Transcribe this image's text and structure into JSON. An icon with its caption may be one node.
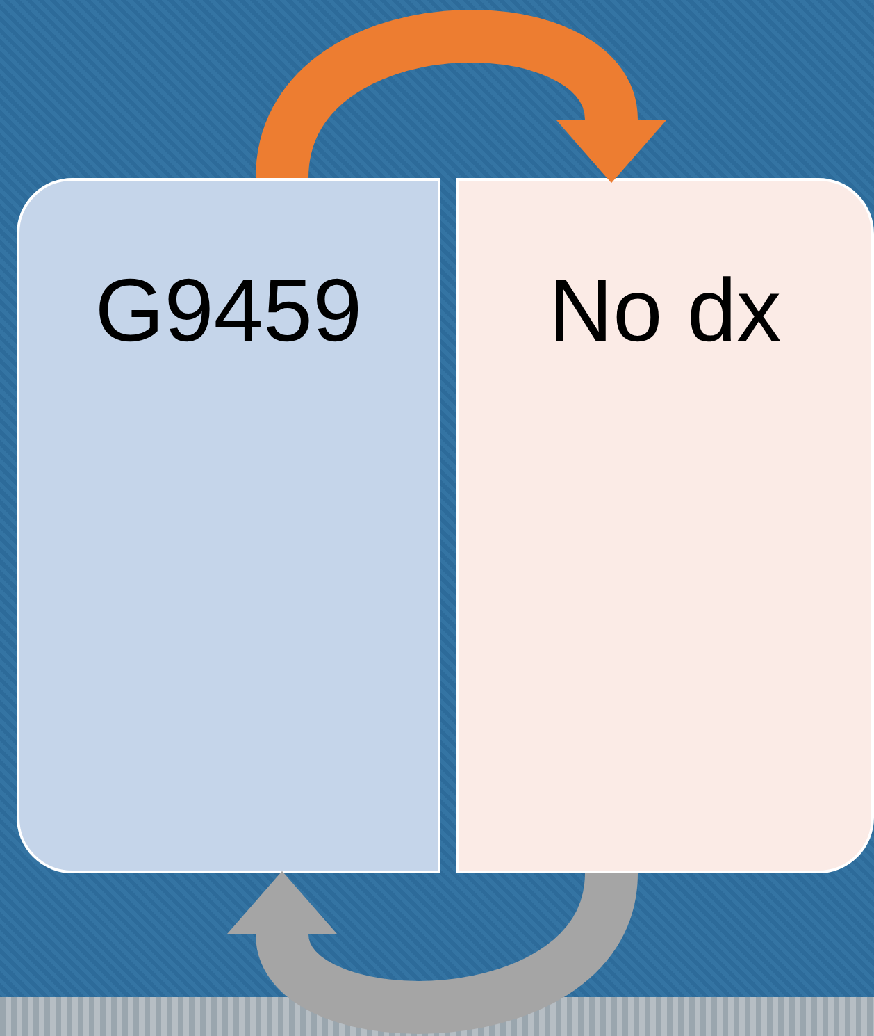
{
  "diagram": {
    "nodes": [
      {
        "text": [
          "G9459"
        ]
      },
      {
        "text": [
          "No dx"
        ]
      }
    ],
    "edges": [
      {
        "from": 0,
        "to": 1,
        "arrow": "to",
        "color": "#ed7d31"
      },
      {
        "from": 1,
        "to": 0,
        "arrow": "to",
        "color": "#a5a5a5"
      }
    ]
  }
}
